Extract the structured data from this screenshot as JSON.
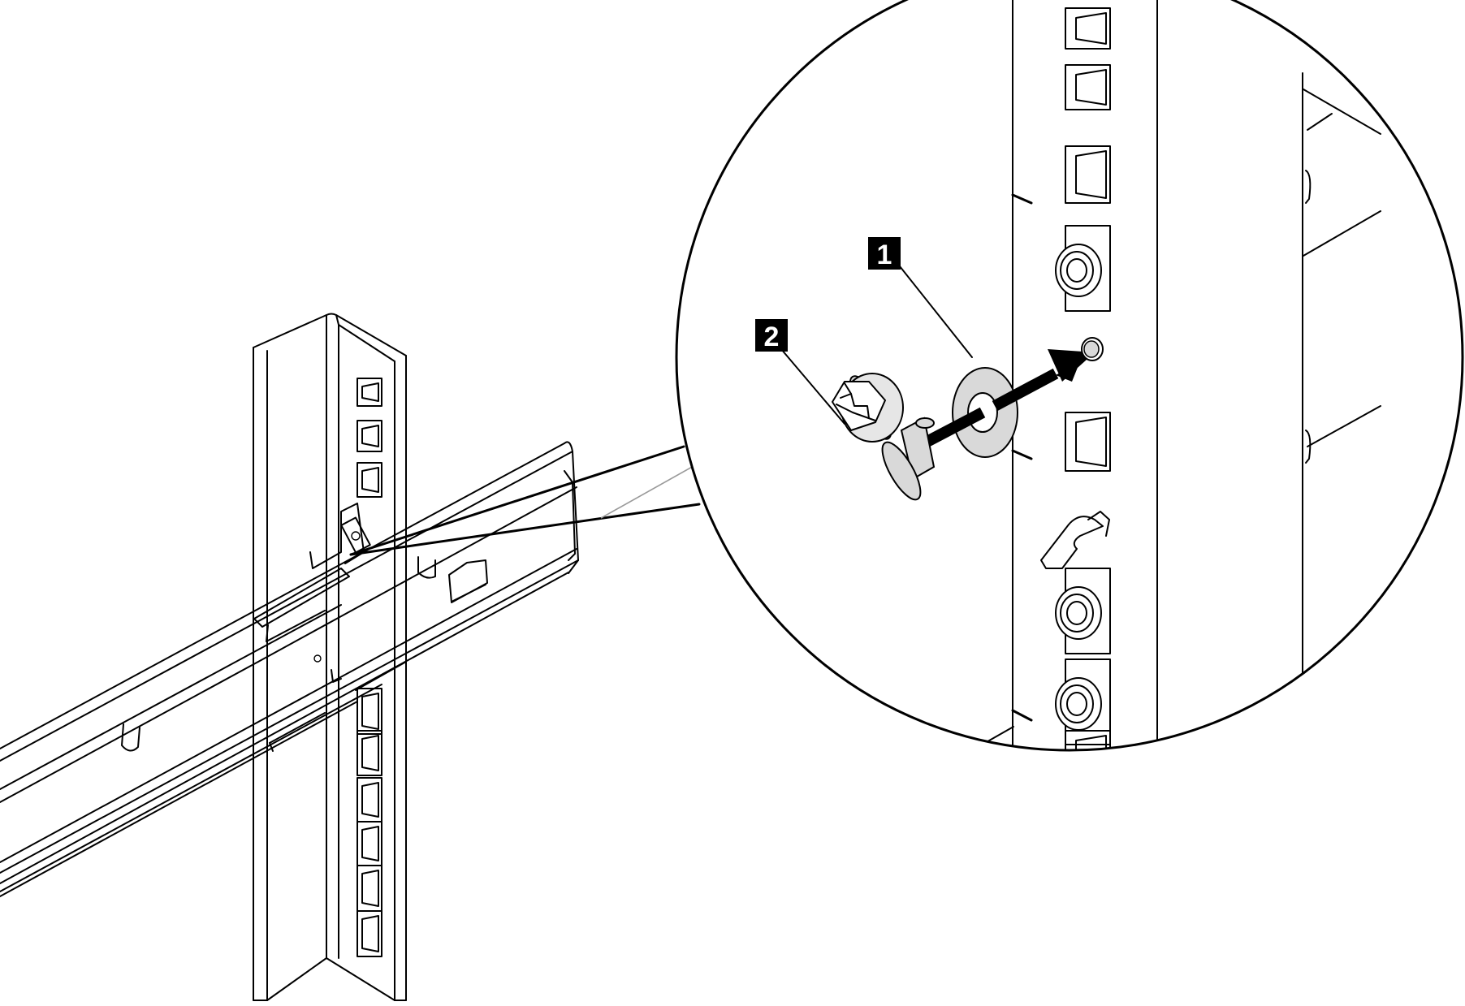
{
  "callouts": [
    {
      "id": "1",
      "label": "1",
      "part": "washer"
    },
    {
      "id": "2",
      "label": "2",
      "part": "screw"
    }
  ],
  "colors": {
    "line": "#000000",
    "background": "#ffffff",
    "callout_fill": "#000000",
    "callout_text": "#ffffff",
    "pointer_gray": "#9a9a9a"
  }
}
